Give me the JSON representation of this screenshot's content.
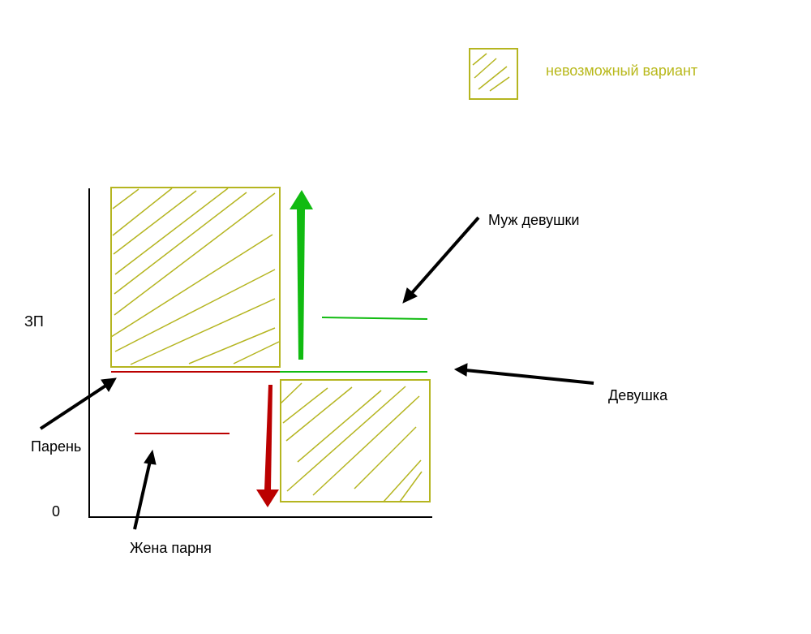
{
  "legend": {
    "label": "невозможный вариант",
    "color": "#b5b520"
  },
  "labels": {
    "y_axis": "ЗП",
    "zero": "0",
    "boy": "Парень",
    "boys_wife": "Жена парня",
    "girls_husband": "Муж девушки",
    "girl": "Девушка"
  },
  "colors": {
    "hatch": "#b5b520",
    "green": "#11bb11",
    "red": "#bb0000",
    "black": "#000000"
  }
}
